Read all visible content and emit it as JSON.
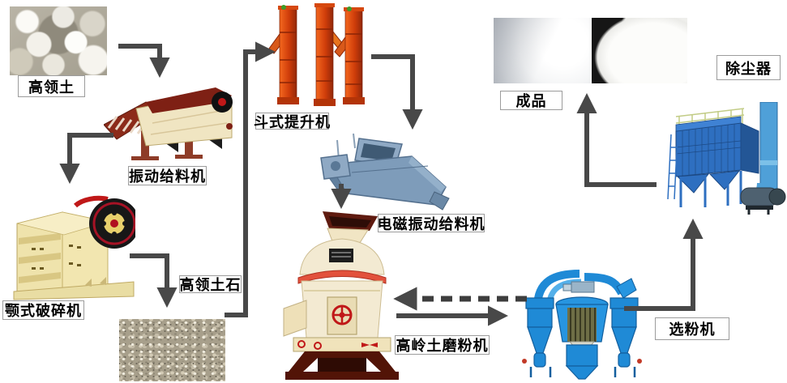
{
  "diagram": {
    "subject": "kaolin-grinding-process-flow",
    "labels": {
      "kaolin": "高领土",
      "vibrating_feeder": "振动给料机",
      "jaw_crusher": "颚式破碎机",
      "kaolin_stone": "高领土石",
      "bucket_elevator": "斗式提升机",
      "em_feeder": "电磁振动给料机",
      "mill": "高岭土磨粉机",
      "classifier": "选粉机",
      "dust_collector": "除尘器",
      "product": "成品"
    },
    "colors": {
      "arrow": "#484848",
      "label_border": "#9c9c9c",
      "elevator_orange": "#d9420e",
      "machine_cream": "#f0e4ba",
      "machine_dark_red": "#7e2014",
      "em_feeder_blue": "#7e9cba",
      "classifier_blue": "#1f8ad6",
      "collector_blue": "#2e6fc0"
    }
  }
}
